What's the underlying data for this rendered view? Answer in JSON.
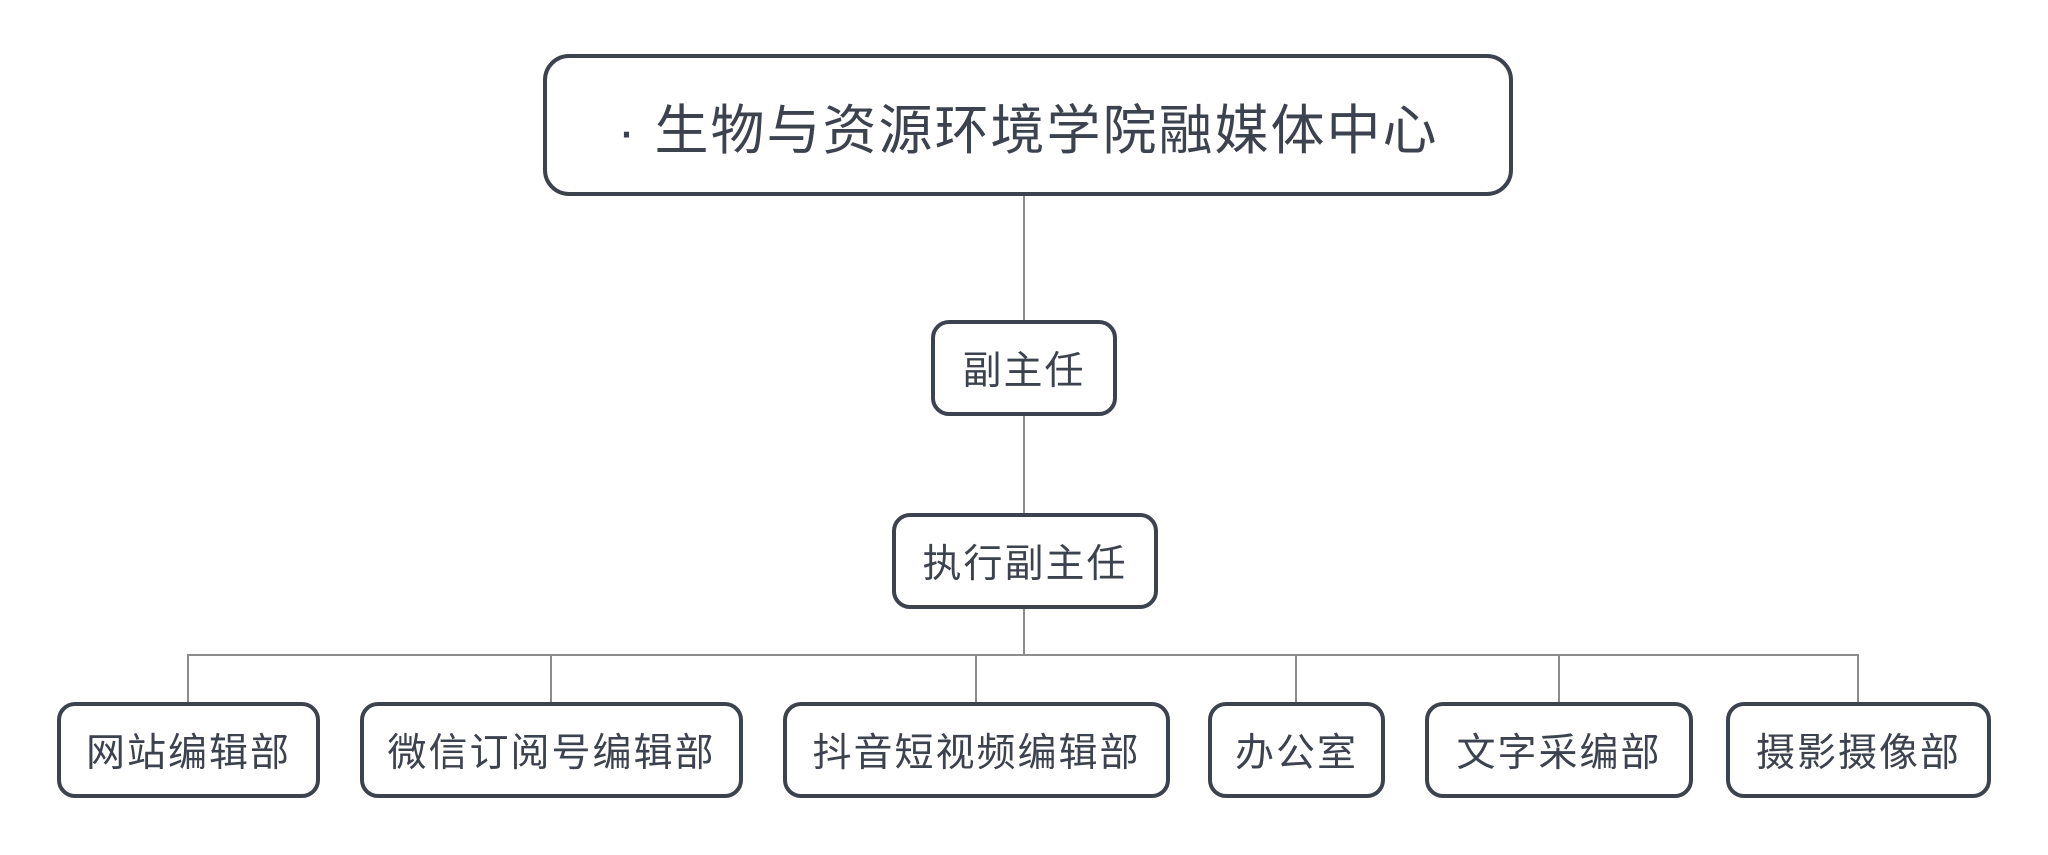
{
  "colors": {
    "canvas_bg": "#ffffff",
    "node_fill": "#ffffff",
    "node_border": "#3d434e",
    "node_text": "#3d434e",
    "connector": "#8c8c8c"
  },
  "org_chart": {
    "root": {
      "label": "· 生物与资源环境学院融媒体中心"
    },
    "deputy_director": {
      "label": "副主任"
    },
    "executive_deputy_director": {
      "label": "执行副主任"
    },
    "departments": [
      {
        "label": "网站编辑部"
      },
      {
        "label": "微信订阅号编辑部"
      },
      {
        "label": "抖音短视频编辑部"
      },
      {
        "label": "办公室"
      },
      {
        "label": "文字采编部"
      },
      {
        "label": "摄影摄像部"
      }
    ]
  }
}
